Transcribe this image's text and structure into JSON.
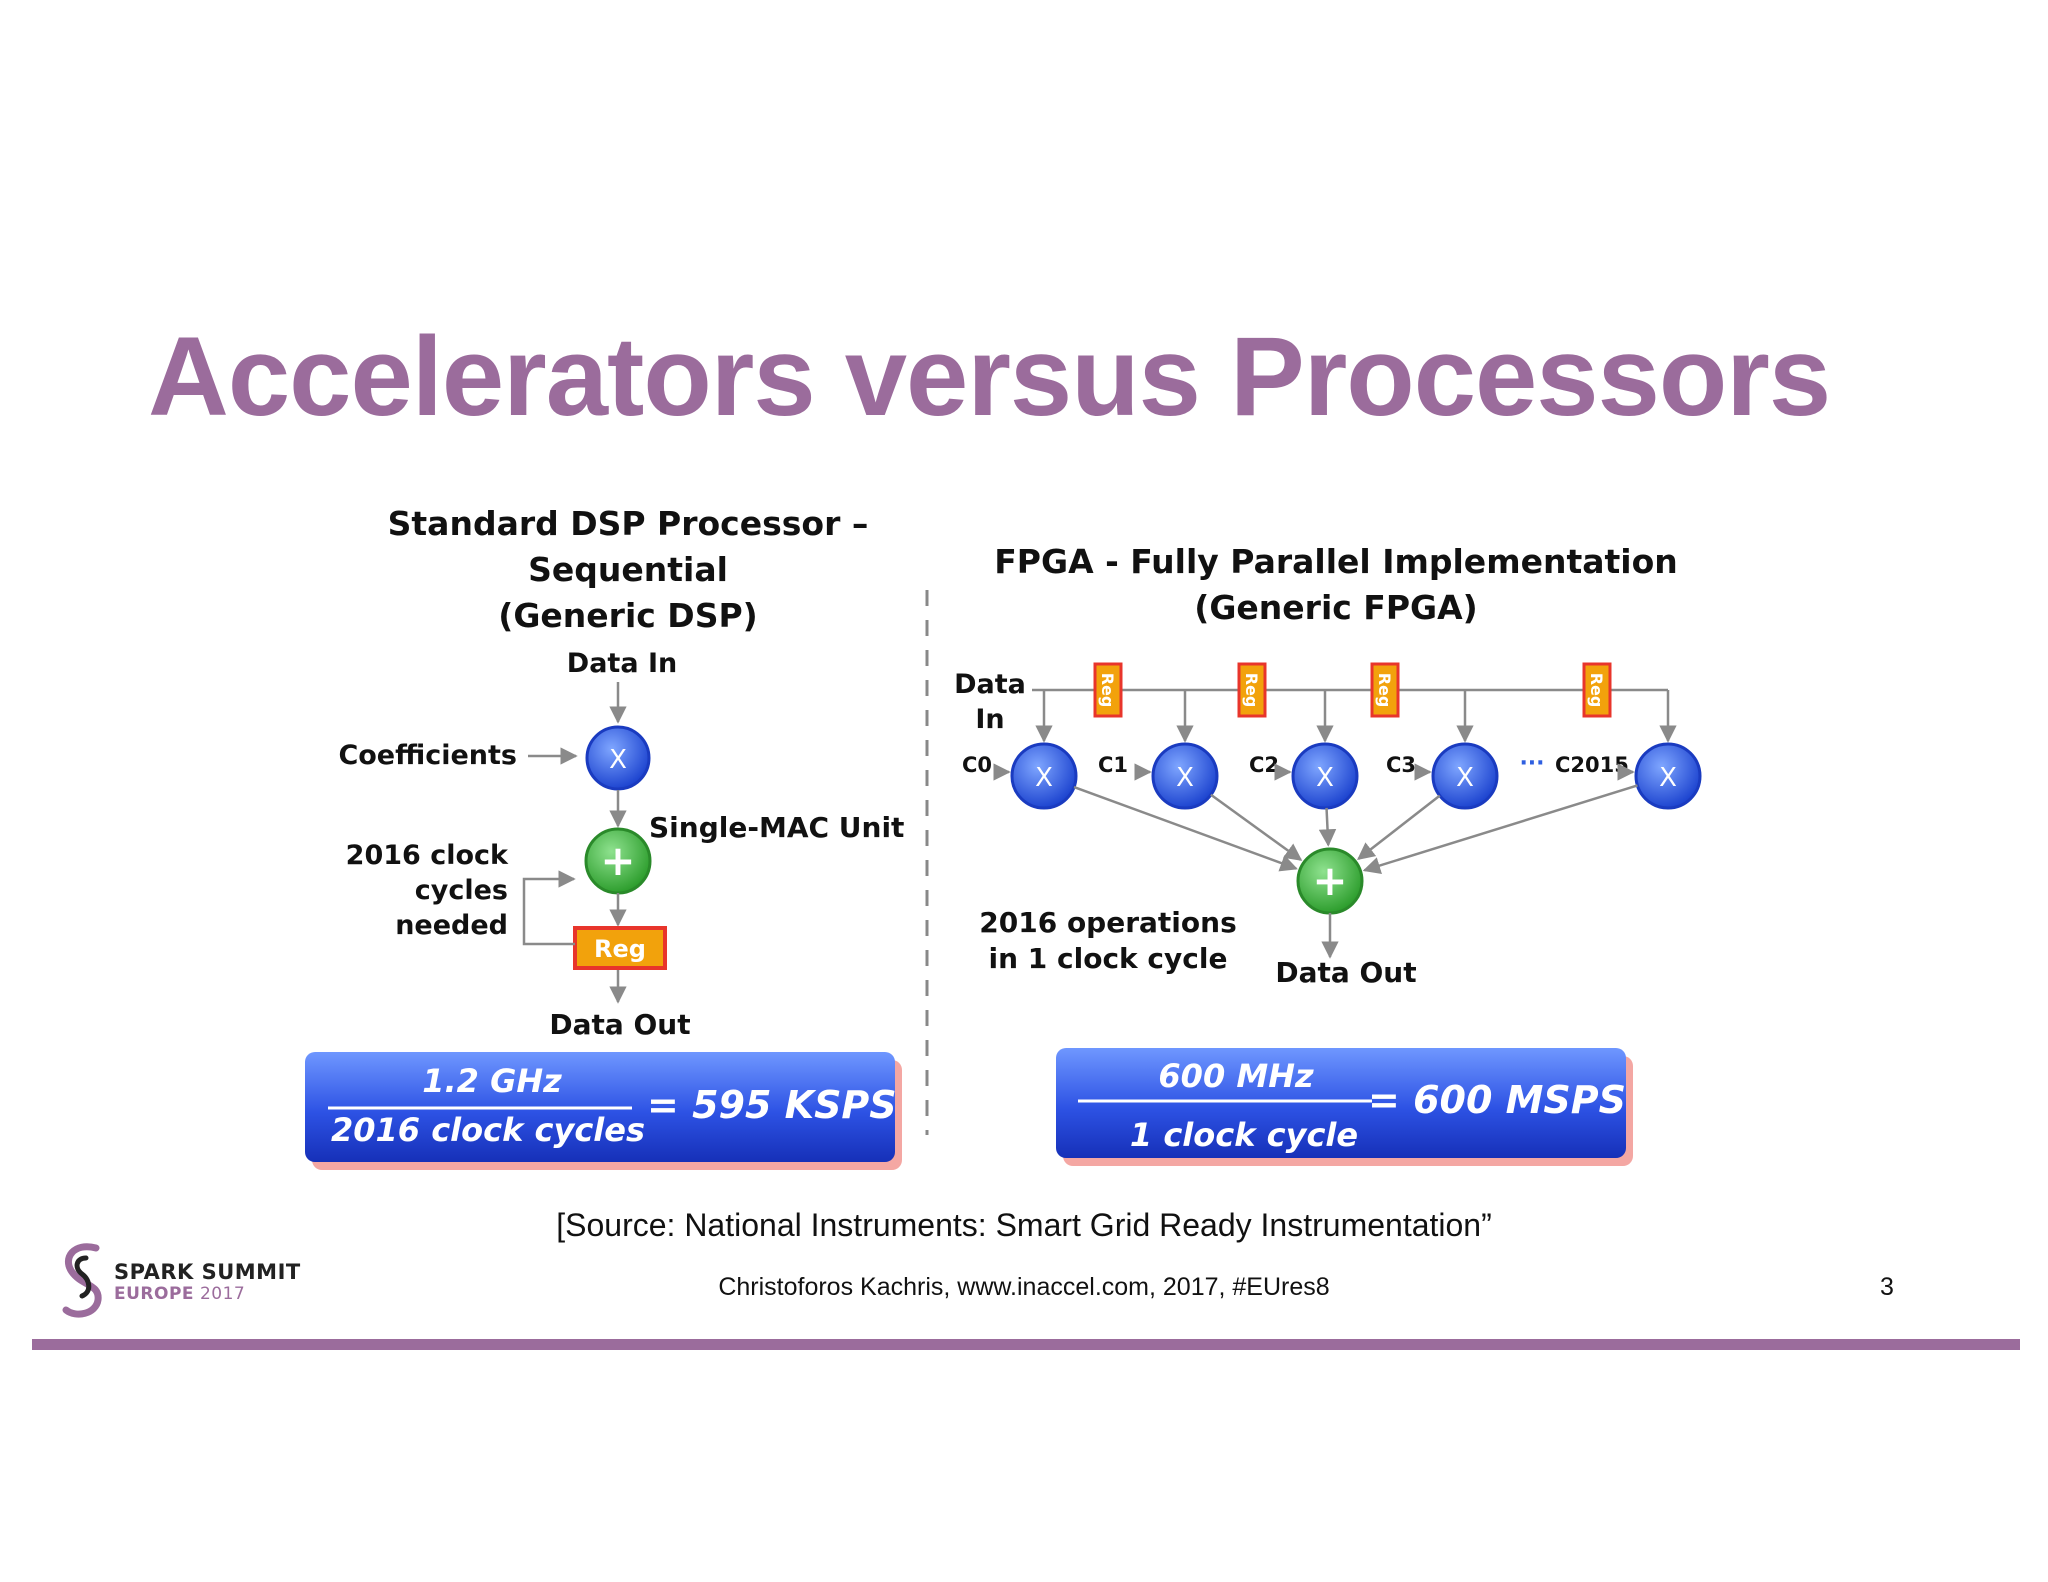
{
  "slide": {
    "title": "Accelerators versus Processors",
    "source": "[Source: National Instruments: Smart Grid Ready Instrumentation”",
    "footer": "Christoforos Kachris, www.inaccel.com, 2017, #EUres8",
    "page_number": "3"
  },
  "logo": {
    "line1": "SPARK SUMMIT",
    "line2_a": "EUROPE",
    "line2_b": "2017"
  },
  "dsp": {
    "title_1": "Standard DSP Processor –",
    "title_2": "Sequential",
    "title_3": "(Generic DSP)",
    "data_in": "Data In",
    "coefficients": "Coefficients",
    "mult_symbol": "X",
    "add_symbol": "+",
    "unit_label": "Single-MAC Unit",
    "cycles_1": "2016 clock",
    "cycles_2": "cycles",
    "cycles_3": "needed",
    "reg": "Reg",
    "data_out": "Data Out",
    "formula_numerator": "1.2 GHz",
    "formula_denominator": "2016 clock cycles",
    "formula_result": "= 595 KSPS"
  },
  "fpga": {
    "title_1": "FPGA - Fully Parallel Implementation",
    "title_2": "(Generic FPGA)",
    "data_in_1": "Data",
    "data_in_2": "In",
    "reg": "Reg",
    "mult_symbol": "X",
    "add_symbol": "+",
    "coefficients": [
      "C0",
      "C1",
      "C2",
      "C3",
      "C2015"
    ],
    "ellipsis": "···",
    "ops_1": "2016 operations",
    "ops_2": "in 1 clock cycle",
    "data_out": "Data Out",
    "formula_numerator": "600 MHz",
    "formula_denominator": "1 clock cycle",
    "formula_result": "=  600 MSPS"
  },
  "colors": {
    "accent": "#9b6c9c",
    "multiplier": "#2f5fe0",
    "adder": "#4dbf4d",
    "register": "#f2a20c",
    "register_border": "#e8352b",
    "formula_box": "#2b4fe0"
  }
}
